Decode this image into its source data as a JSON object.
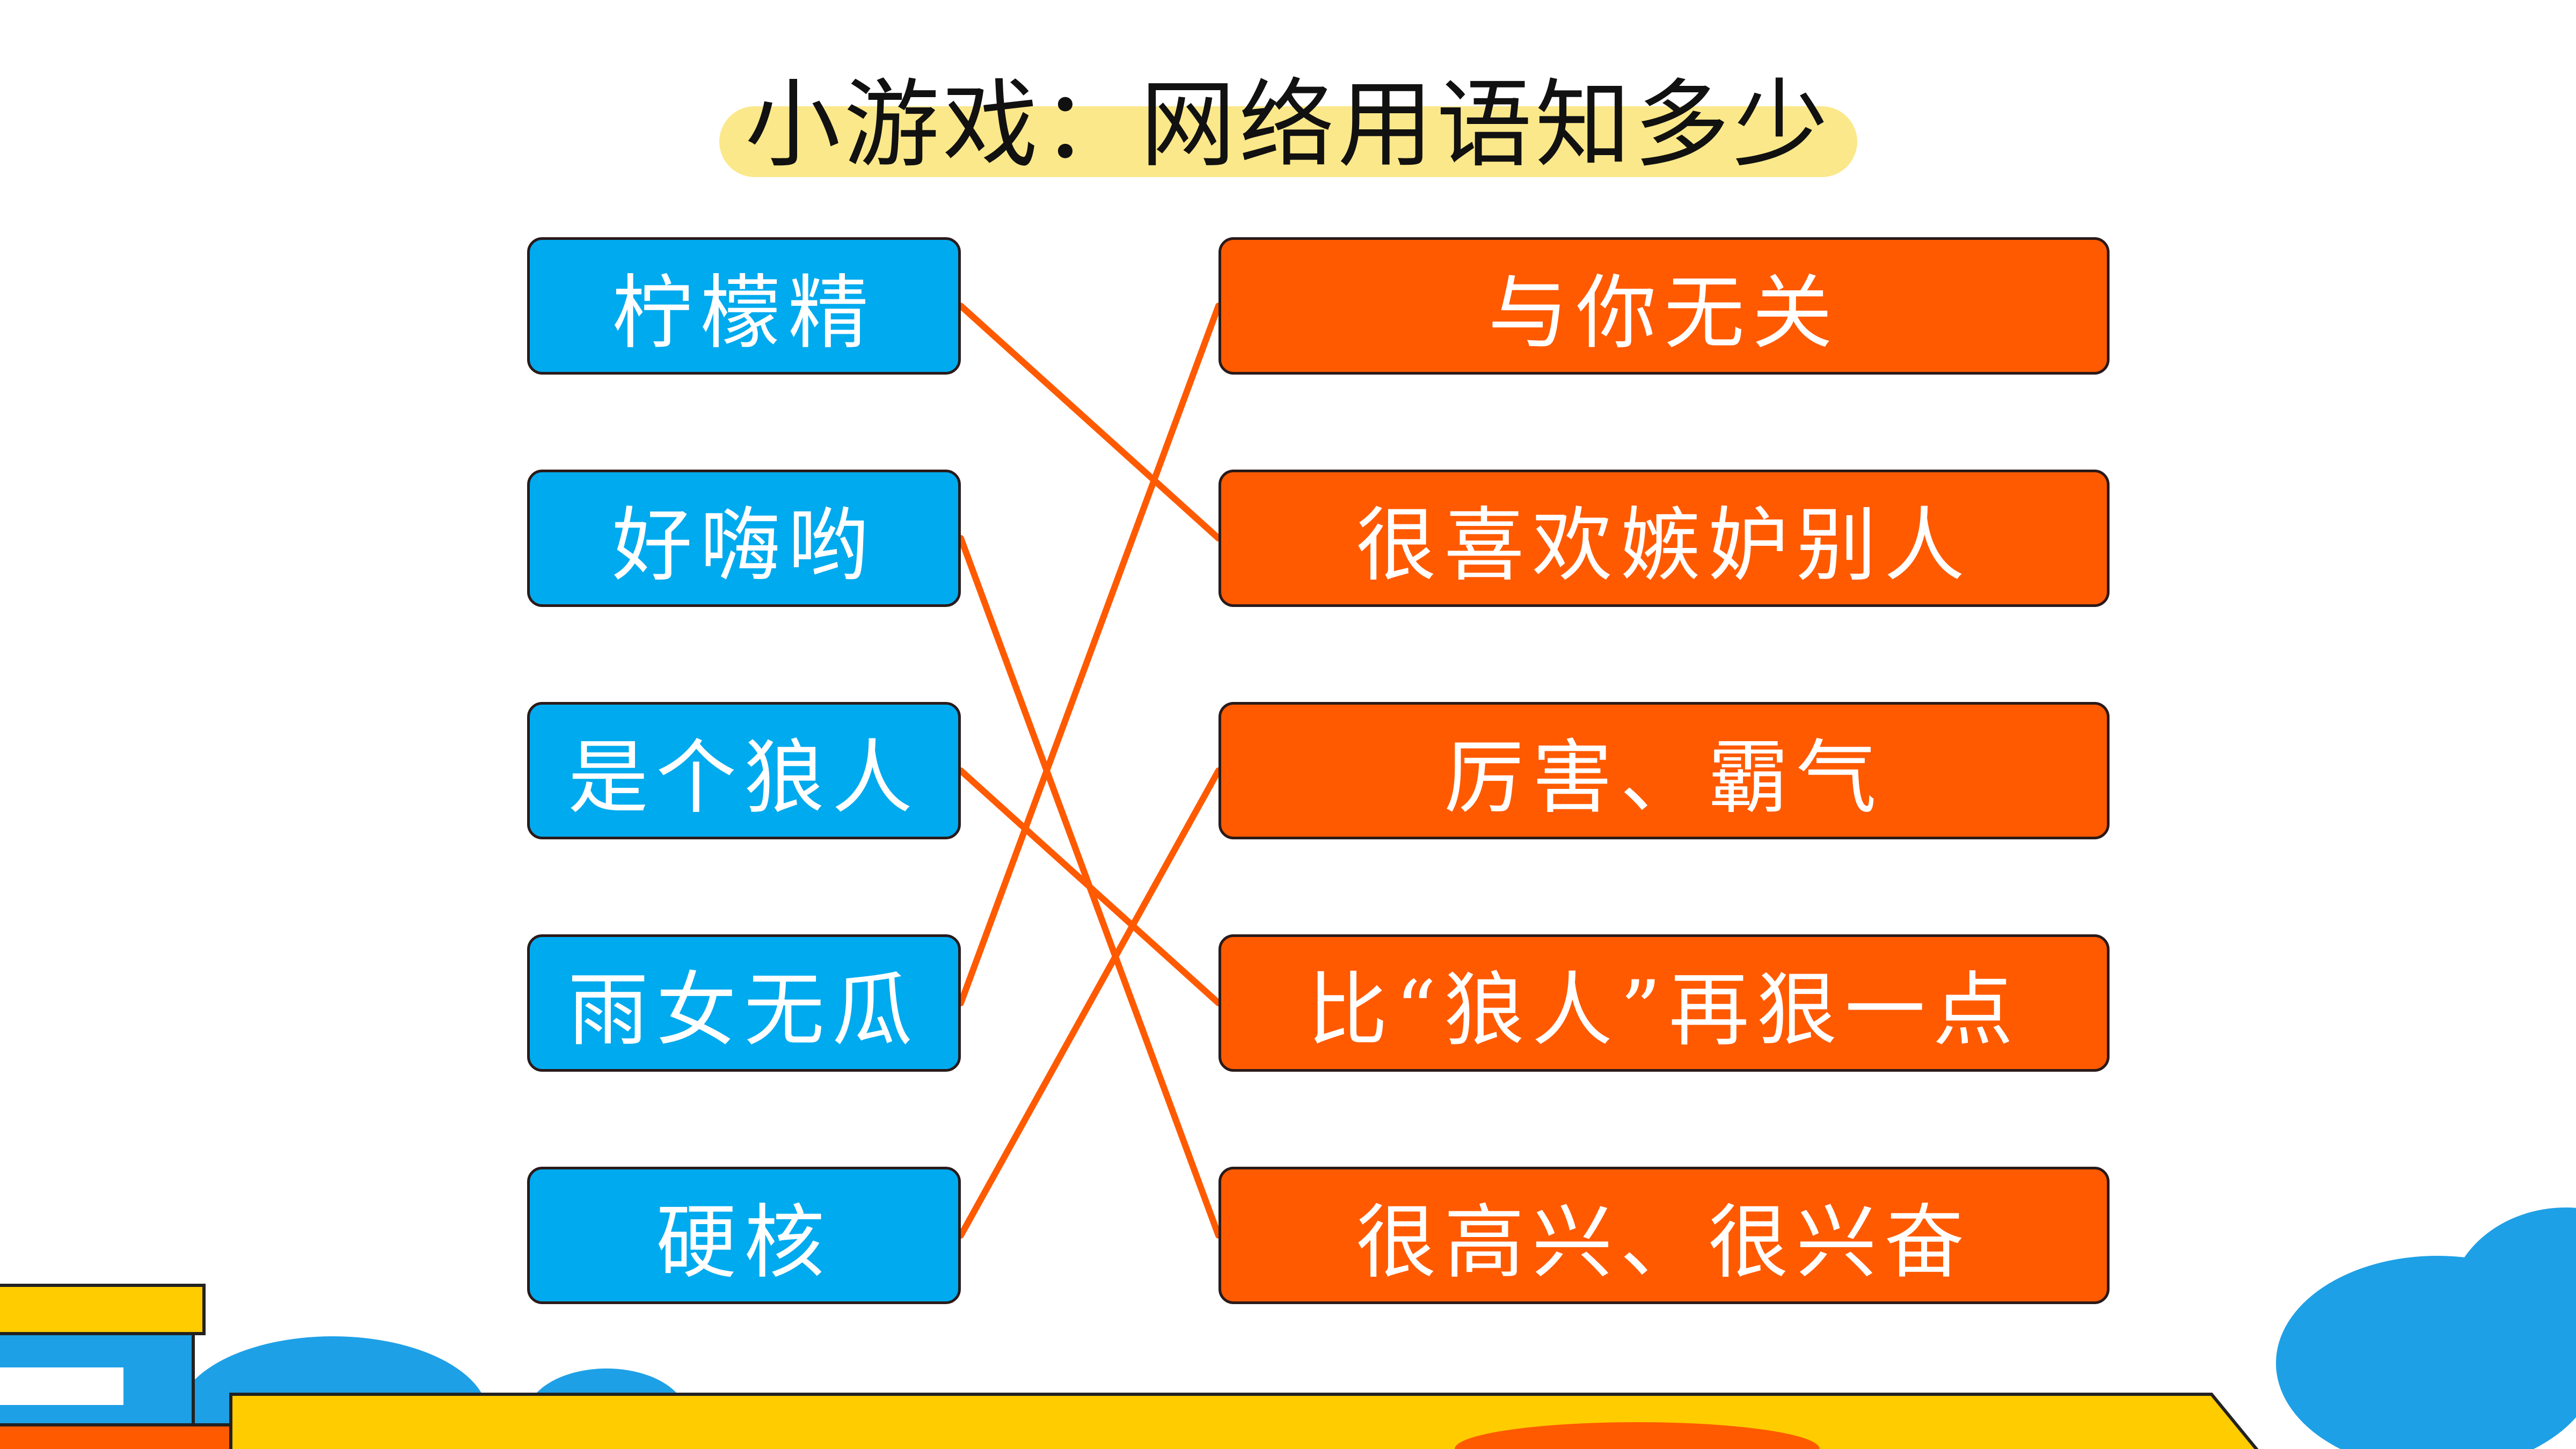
{
  "title": "小游戏：网络用语知多少",
  "terms": [
    "柠檬精",
    "好嗨哟",
    "是个狼人",
    "雨女无瓜",
    "硬核"
  ],
  "meanings": [
    "与你无关",
    "很喜欢嫉妒别人",
    "厉害、霸气",
    "比“狼人”再狠一点",
    "很高兴、很兴奋"
  ],
  "matches": [
    {
      "term": "柠檬精",
      "meaning": "很喜欢嫉妒别人"
    },
    {
      "term": "好嗨哟",
      "meaning": "很高兴、很兴奋"
    },
    {
      "term": "是个狼人",
      "meaning": "比“狼人”再狠一点"
    },
    {
      "term": "雨女无瓜",
      "meaning": "与你无关"
    },
    {
      "term": "硬核",
      "meaning": "厉害、霸气"
    }
  ],
  "colors": {
    "term_box": "#00aaee",
    "meaning_box": "#ff5a00",
    "connector": "#ff5a00",
    "title_highlight": "#fbe88a",
    "decor_yellow": "#ffcc00",
    "decor_blue": "#1ea0e6",
    "decor_orange": "#ff5a00"
  }
}
